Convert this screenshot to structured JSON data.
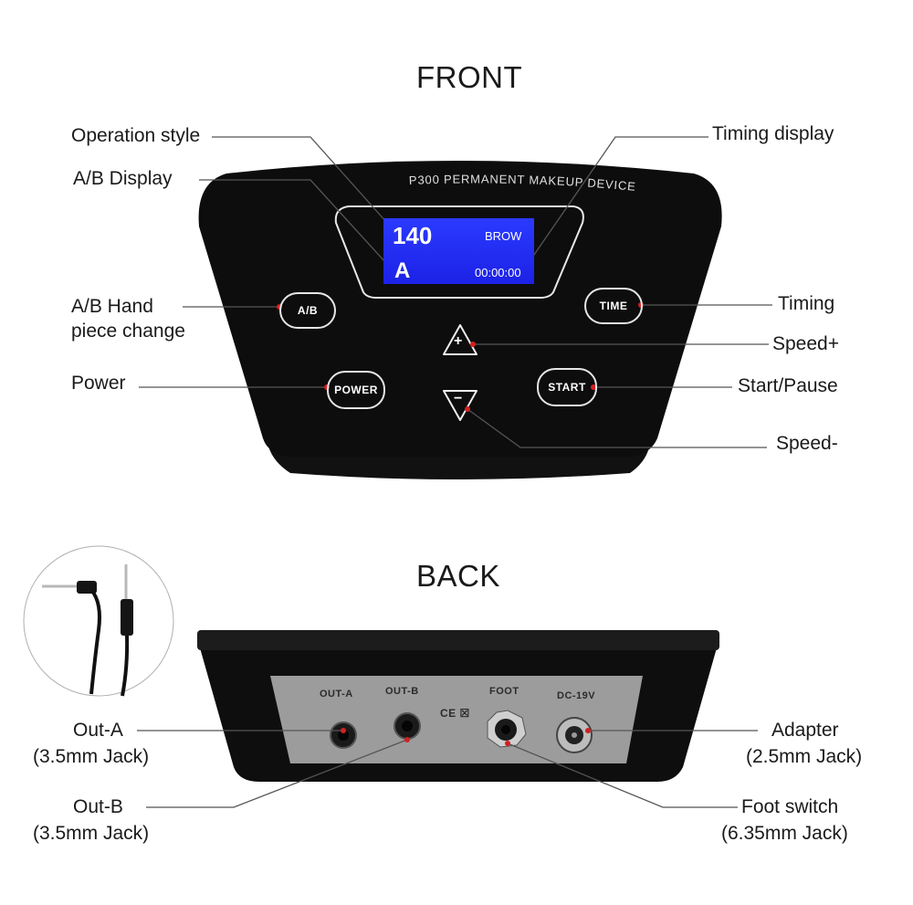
{
  "titles": {
    "front": "FRONT",
    "back": "BACK"
  },
  "device": {
    "brand_text": "P300 PERMANENT MAKEUP DEVICE",
    "lcd": {
      "speed": "140",
      "mode": "BROW",
      "handpiece": "A",
      "timer": "00:00:00"
    },
    "buttons": {
      "ab": "A/B",
      "time": "TIME",
      "power": "POWER",
      "start": "START",
      "plus": "+",
      "minus": "−"
    },
    "ports": {
      "out_a": "OUT-A",
      "out_b": "OUT-B",
      "foot": "FOOT",
      "dc": "DC-19V"
    },
    "cert_marks": "CE ☒"
  },
  "front_labels": {
    "operation_style": "Operation style",
    "ab_display": "A/B Display",
    "ab_hand_line1": "A/B Hand",
    "ab_hand_line2": "piece change",
    "power": "Power",
    "timing_display": "Timing display",
    "timing": "Timing",
    "speed_plus": "Speed+",
    "start_pause": "Start/Pause",
    "speed_minus": "Speed-"
  },
  "back_labels": {
    "out_a": "Out-A",
    "out_a_spec": "(3.5mm Jack)",
    "out_b": "Out-B",
    "out_b_spec": "(3.5mm Jack)",
    "adapter": "Adapter",
    "adapter_spec": "(2.5mm Jack)",
    "foot_switch": "Foot switch",
    "foot_switch_spec": "(6.35mm Jack)"
  },
  "colors": {
    "device_body": "#0d0d0d",
    "lcd_blue": "#2530f0",
    "leader_line": "#555555",
    "pointer_dot": "#d42020",
    "back_panel": "#9a9a9a"
  }
}
